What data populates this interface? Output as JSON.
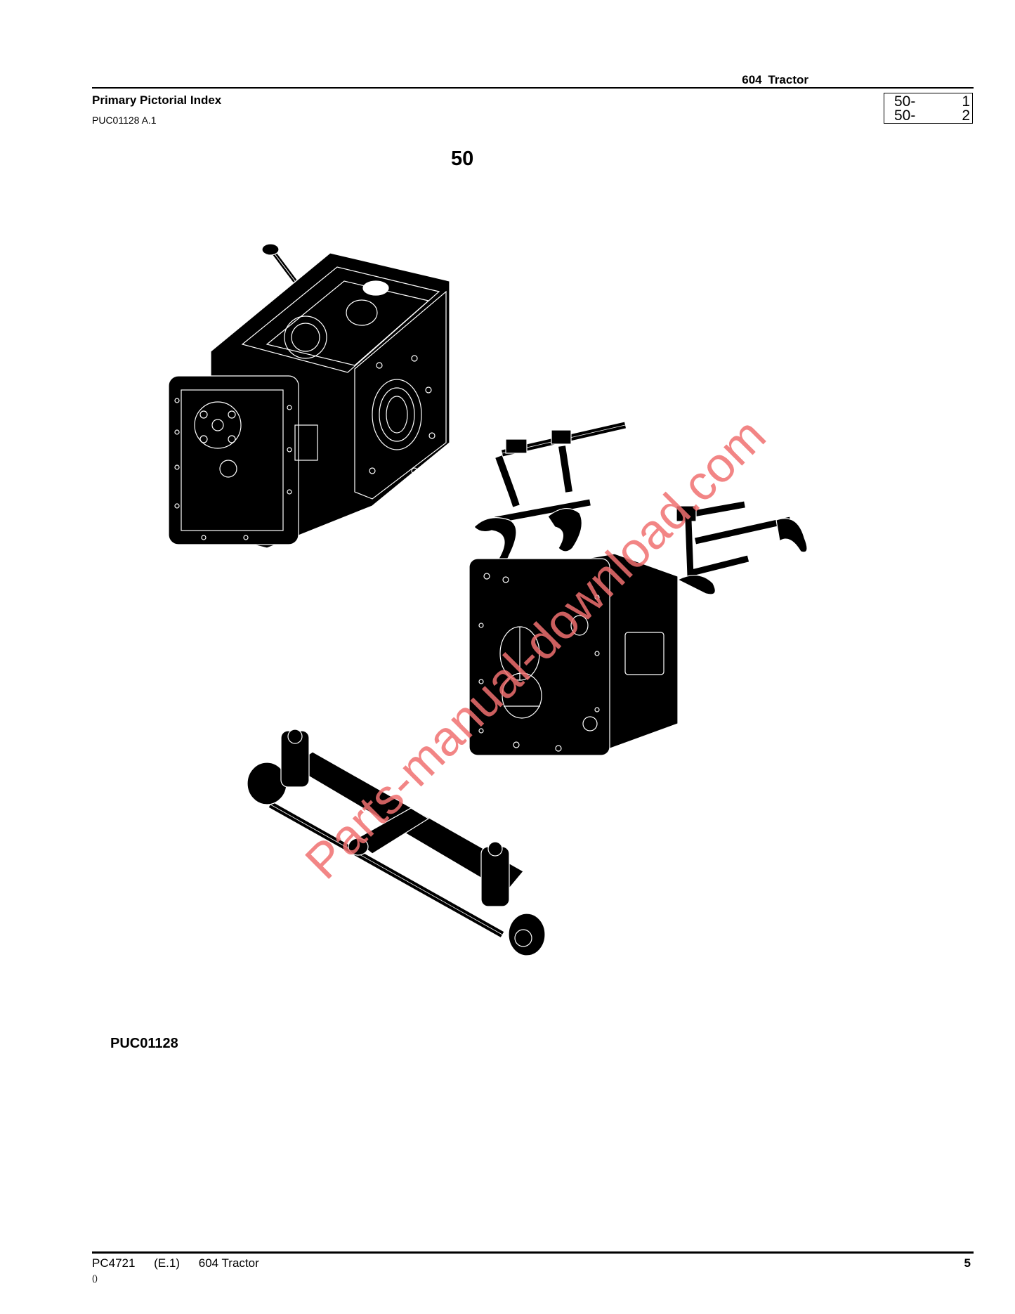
{
  "header": {
    "title": "Primary Pictorial Index",
    "code": "PUC01128 A.1",
    "model": "604 Tractor",
    "index_entries": [
      {
        "section": "50-",
        "page": "1"
      },
      {
        "section": "50-",
        "page": "2"
      }
    ]
  },
  "main": {
    "section_number": "50",
    "figure_label": "PUC01128",
    "illustrations": [
      {
        "name": "transmission-housing"
      },
      {
        "name": "shift-forks-and-rails"
      },
      {
        "name": "gearbox-case"
      },
      {
        "name": "front-axle"
      }
    ],
    "watermark": "Parts-manual-download.com",
    "watermark_color": "#f07070"
  },
  "footer": {
    "doc_id": "PC4721",
    "edition": "(E.1)",
    "model": "604 Tractor",
    "sub": "()",
    "page": "5"
  }
}
